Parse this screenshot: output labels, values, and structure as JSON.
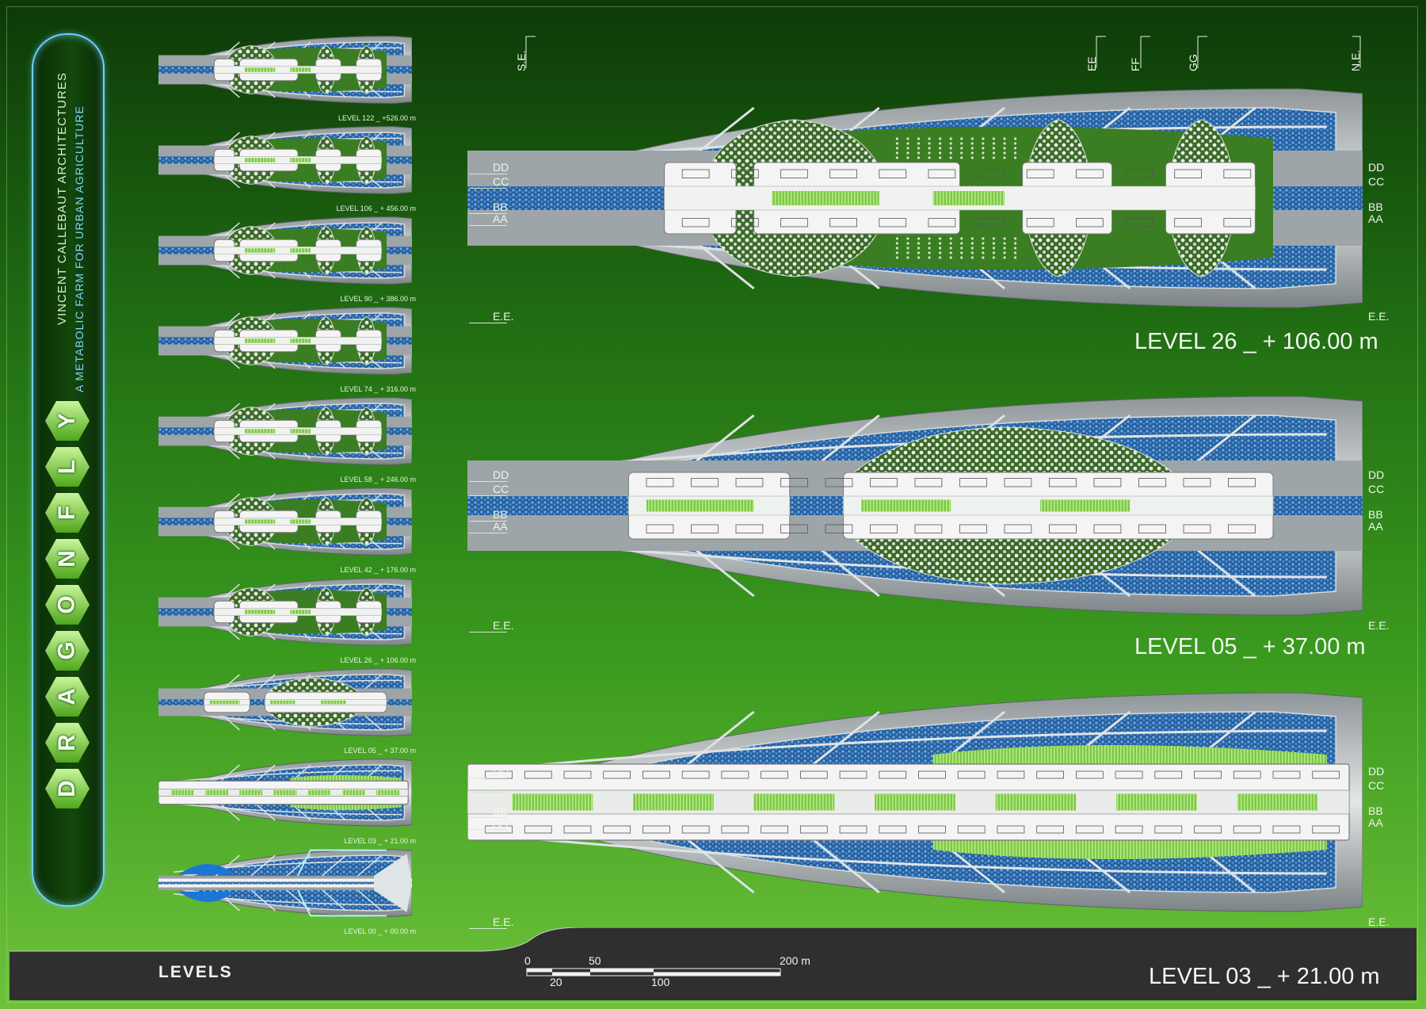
{
  "project": {
    "studio": "VINCENT CALLEBAUT ARCHITECTURES",
    "subtitle": "A METABOLIC FARM FOR URBAN AGRICULTURE",
    "name_letters": [
      "D",
      "R",
      "A",
      "G",
      "O",
      "N",
      "F",
      "L",
      "Y"
    ]
  },
  "thumbnails": [
    {
      "label": "LEVEL 122 _ +526.00 m"
    },
    {
      "label": "LEVEL 106 _ + 456.00 m"
    },
    {
      "label": "LEVEL 90 _ + 386.00 m"
    },
    {
      "label": "LEVEL 74 _ + 316.00 m"
    },
    {
      "label": "LEVEL 58 _ + 246.00 m"
    },
    {
      "label": "LEVEL 42 _ + 176.00 m"
    },
    {
      "label": "LEVEL 26 _ + 106.00 m"
    },
    {
      "label": "LEVEL 05 _ + 37.00 m"
    },
    {
      "label": "LEVEL 03 _ + 21.00 m"
    },
    {
      "label": "LEVEL 00 _ + 00.00 m"
    }
  ],
  "plans": [
    {
      "title": "LEVEL 26 _ + 106.00 m"
    },
    {
      "title": "LEVEL 05 _ + 37.00 m"
    },
    {
      "title": "LEVEL 03 _ + 21.00 m"
    }
  ],
  "section_axes": {
    "dd": "DD",
    "cc": "CC",
    "bb": "BB",
    "aa": "AA",
    "ee": "E.E."
  },
  "vertical_axes": {
    "se": "S.E.",
    "ee": "EE",
    "ff": "FF",
    "gg": "GG",
    "ne": "N.E."
  },
  "footer": {
    "levels": "LEVELS",
    "scale": [
      "0",
      "50",
      "200 m",
      "20",
      "100"
    ],
    "bottom_title": "LEVEL 03 _ + 21.00 m"
  },
  "colors": {
    "hull": "#b9bdbf",
    "solar": "#3f86c8",
    "garden": "#7ec84a",
    "core": "#f3f3f3"
  }
}
